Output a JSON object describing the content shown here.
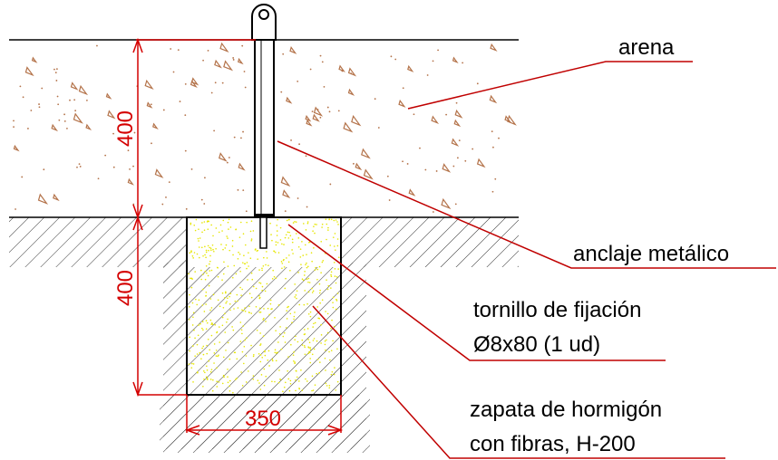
{
  "labels": {
    "sand": "arena",
    "anchor": "anclaje metálico",
    "screw_line1": "tornillo de fijación",
    "screw_line2": "Ø8x80 (1 ud)",
    "footing_line1": "zapata de hormigón",
    "footing_line2": "con fibras, H-200"
  },
  "dimensions": {
    "sand_depth": "400",
    "footing_depth": "400",
    "footing_width": "350"
  },
  "colors": {
    "leader_red": "#c00000",
    "dimension_red": "#d40000",
    "sand_speckle": "#b4734a",
    "concrete_speckle": "#e6e600",
    "hatch": "#333333",
    "outline": "#000000"
  }
}
